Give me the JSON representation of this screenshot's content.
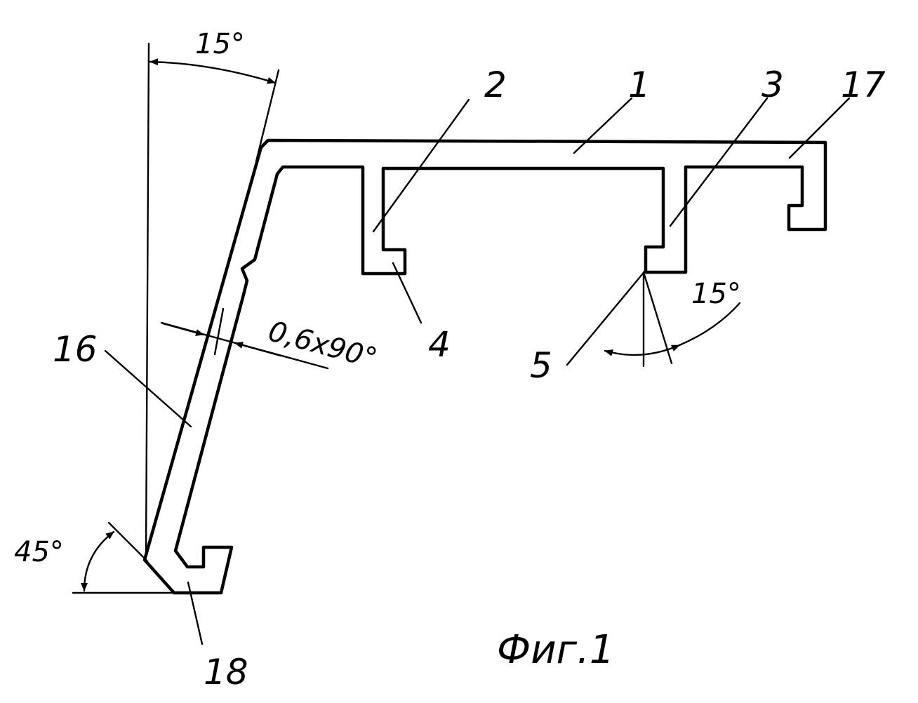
{
  "figure": {
    "caption": "Фиг.1",
    "angle_top_left": "15°",
    "angle_right": "15°",
    "angle_bottom_left": "45°",
    "chamfer": "0,6x90°",
    "labels": {
      "l1": "1",
      "l2": "2",
      "l3": "3",
      "l4": "4",
      "l5": "5",
      "l16": "16",
      "l17": "17",
      "l18": "18"
    }
  }
}
